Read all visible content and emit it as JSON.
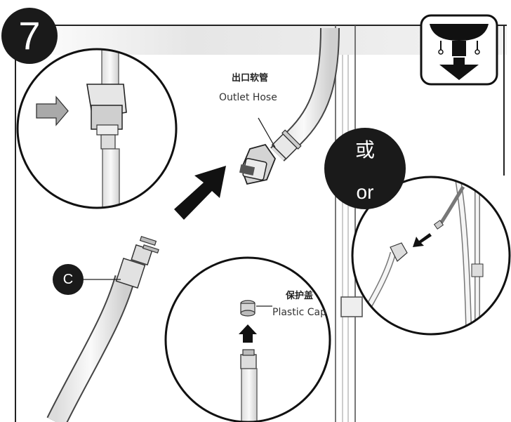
{
  "step": {
    "number": "7"
  },
  "labels": {
    "outlet_hose_cn": "出口软管",
    "outlet_hose_en": "Outlet Hose",
    "plastic_cap_cn": "保护盖",
    "plastic_cap_en": "Plastic Cap",
    "part_c": "C",
    "or_cn": "或",
    "or_en": "or"
  },
  "colors": {
    "frame": "#222222",
    "badge": "#1a1a1a",
    "hose_fill": "#f4f4f4",
    "part_fill": "#d9d9d9",
    "arrow": "#111111",
    "arrow_light": "#a9a9a9"
  },
  "icons": [
    "sink-drain-icon",
    "down-arrow-icon"
  ]
}
